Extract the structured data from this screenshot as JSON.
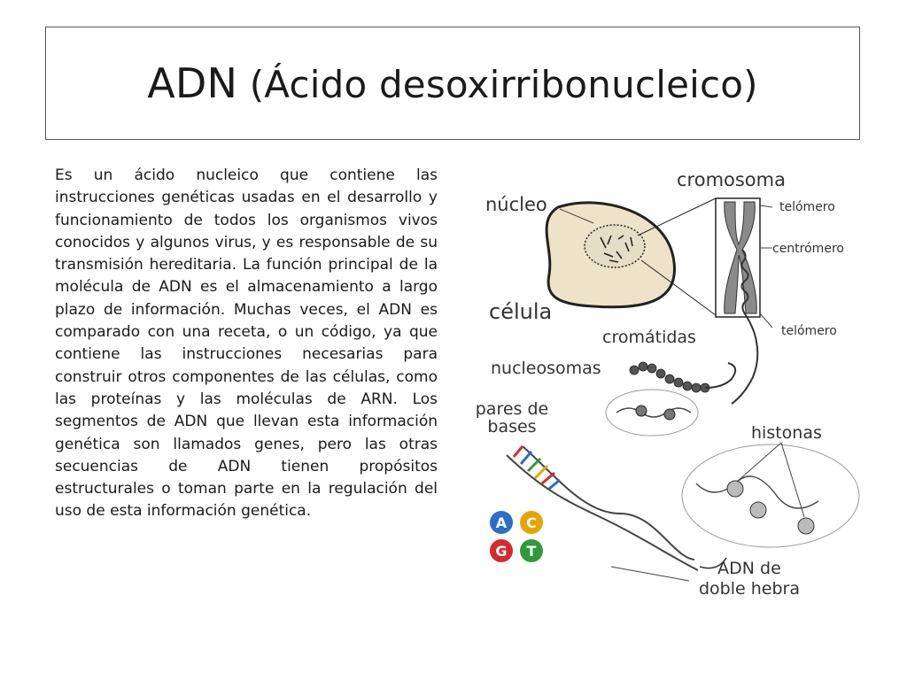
{
  "slide": {
    "title_main": "ADN",
    "title_paren": "(Ácido desoxirribonucleico)",
    "body": "Es un ácido nucleico que contiene las instrucciones genéticas usadas en el desarrollo y funcionamiento de todos los organismos vivos conocidos y algunos virus, y es responsable de su transmisión hereditaria. La función principal de la molécula de ADN es el almacenamiento a largo plazo de información. Muchas veces, el ADN es comparado con una receta, o un código, ya que contiene las instrucciones necesarias para construir otros componentes de las células, como las proteínas y las moléculas de ARN. Los segmentos de ADN que llevan esta información genética son llamados genes, pero las otras secuencias de ADN tienen propósitos estructurales o toman parte en la regulación del uso de esta información genética."
  },
  "diagram": {
    "labels": {
      "cromosoma": "cromosoma",
      "nucleo": "núcleo",
      "telomero_top": "telómero",
      "centromero": "centrómero",
      "celula": "célula",
      "cromatidas": "cromátidas",
      "telomero_bottom": "telómero",
      "nucleosomas": "nucleosomas",
      "pares_de": "pares de",
      "bases": "bases",
      "histonas": "histonas",
      "adn_de": "ADN de",
      "doble_hebra": "doble hebra"
    },
    "bases": {
      "a": "A",
      "c": "C",
      "g": "G",
      "t": "T",
      "a_color": "#2a6fc9",
      "c_color": "#e6a400",
      "g_color": "#d62b2b",
      "t_color": "#2e9a3a"
    },
    "colors": {
      "cell_fill": "#ede3c8",
      "chromosome": "#8a8a8a"
    }
  }
}
